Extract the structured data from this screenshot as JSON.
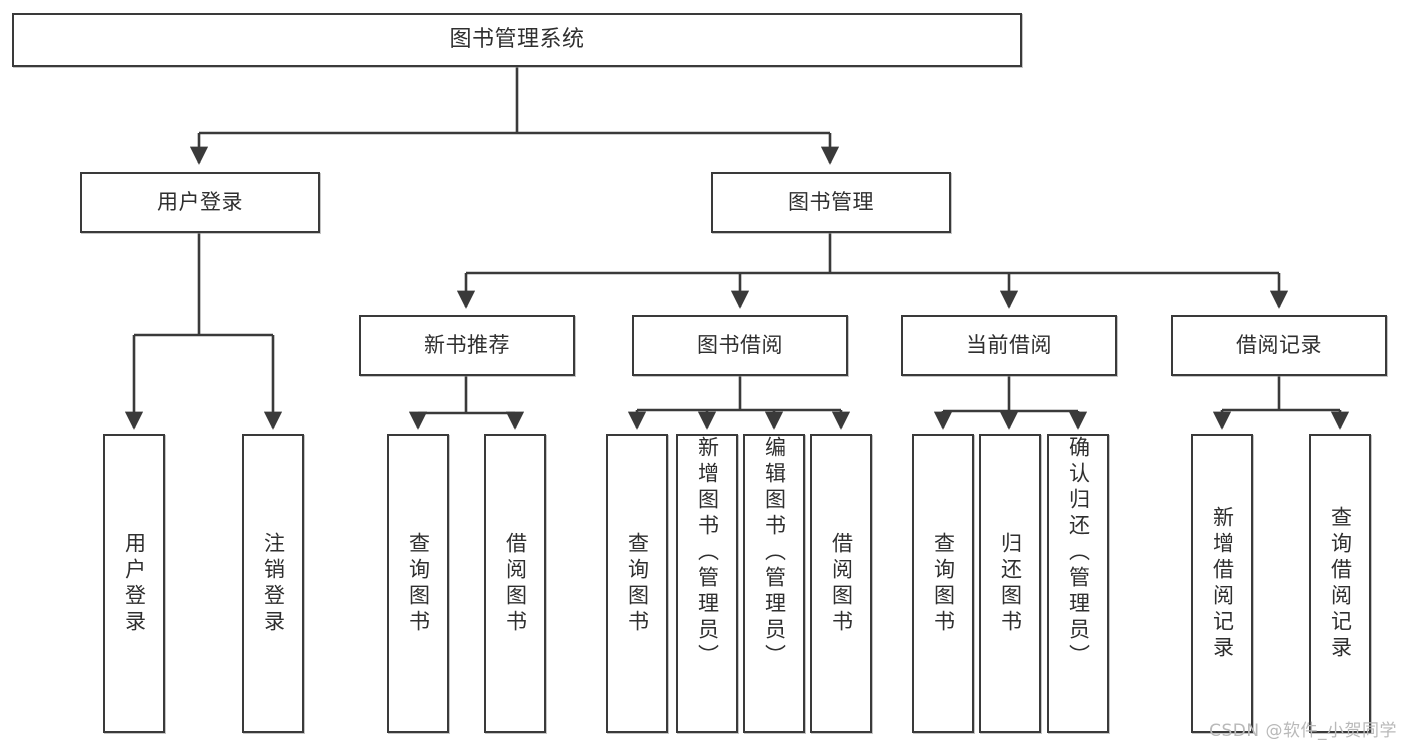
{
  "diagram": {
    "type": "tree",
    "title": "图书管理系统",
    "orientation": "top-down",
    "colors": {
      "stroke": "#3a3a3a",
      "fill": "#ffffff",
      "text": "#2f2f2f",
      "watermark": "#b9b9b9"
    },
    "root": {
      "label": "图书管理系统"
    },
    "level2": [
      {
        "label": "用户登录"
      },
      {
        "label": "图书管理"
      }
    ],
    "level3": [
      {
        "label": "新书推荐"
      },
      {
        "label": "图书借阅"
      },
      {
        "label": "当前借阅"
      },
      {
        "label": "借阅记录"
      }
    ],
    "leaves": {
      "user_login": [
        {
          "label": "用户登录"
        },
        {
          "label": "注销登录"
        }
      ],
      "new_book_recommend": [
        {
          "label": "查询图书"
        },
        {
          "label": "借阅图书"
        }
      ],
      "book_borrow": [
        {
          "label": "查询图书"
        },
        {
          "label": "新增图书（管理员）"
        },
        {
          "label": "编辑图书（管理员）"
        },
        {
          "label": "借阅图书"
        }
      ],
      "current_borrow": [
        {
          "label": "查询图书"
        },
        {
          "label": "归还图书"
        },
        {
          "label": "确认归还（管理员）"
        }
      ],
      "borrow_record": [
        {
          "label": "新增借阅记录"
        },
        {
          "label": "查询借阅记录"
        }
      ]
    }
  },
  "watermark": {
    "text": "CSDN @软件_小贺同学"
  }
}
